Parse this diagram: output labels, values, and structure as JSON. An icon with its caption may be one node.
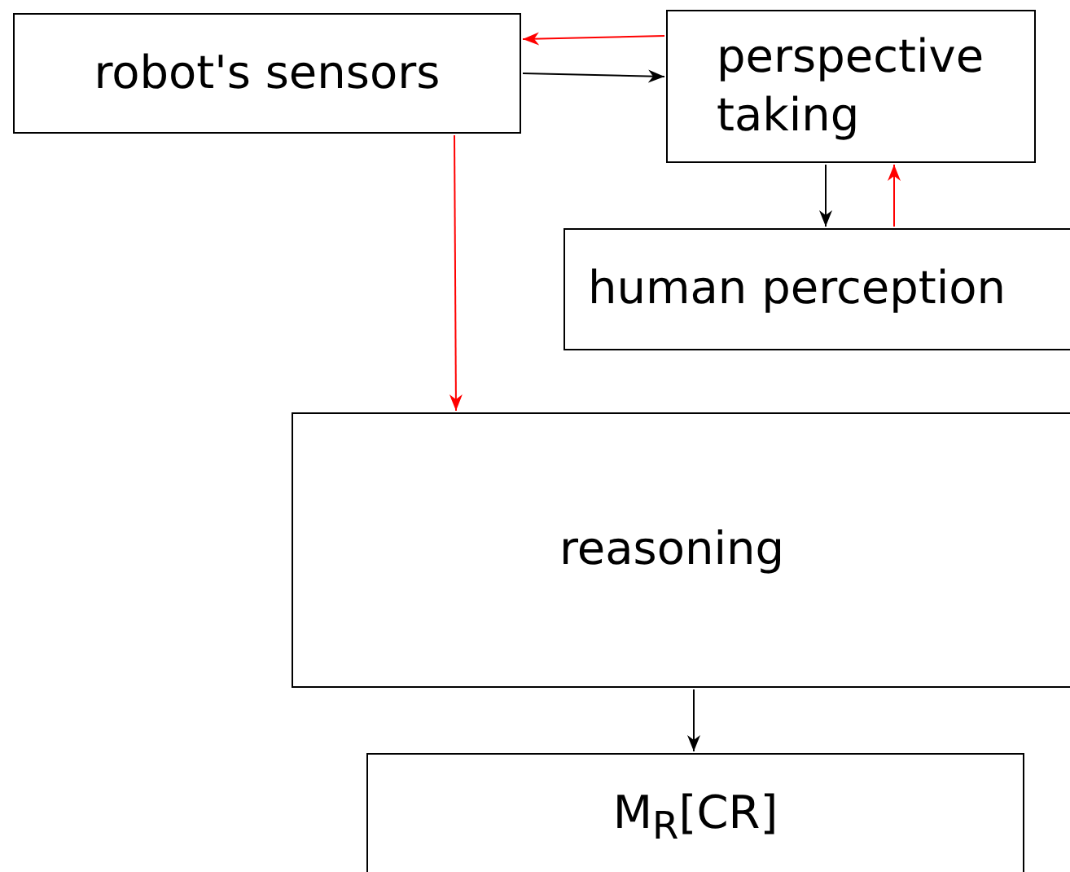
{
  "diagram": {
    "nodes": [
      {
        "text": [
          "robot's sensors"
        ]
      },
      {
        "text": [
          "perspective taking"
        ]
      },
      {
        "text": [
          "human perception"
        ]
      },
      {
        "text": [
          "reasoning"
        ]
      },
      {
        "text": [
          "M$_{R}$[CR]"
        ]
      }
    ],
    "edges": [
      {
        "from": 1,
        "to": 0,
        "arrow": "to",
        "color": "#ff0000"
      },
      {
        "from": 0,
        "to": 1,
        "arrow": "to",
        "color": "#000000"
      },
      {
        "from": 1,
        "to": 2,
        "arrow": "to",
        "color": "#000000"
      },
      {
        "from": 2,
        "to": 1,
        "arrow": "to",
        "color": "#ff0000"
      },
      {
        "from": 0,
        "to": 3,
        "arrow": "to",
        "color": "#ff0000"
      },
      {
        "from": 3,
        "to": 4,
        "arrow": "to",
        "color": "#000000"
      }
    ]
  }
}
